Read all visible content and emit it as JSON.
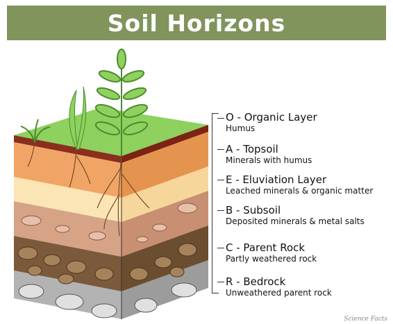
{
  "title": "Soil Horizons",
  "layers": [
    {
      "name": "O - Organic Layer",
      "desc": "Humus",
      "color": "#8b2e1e"
    },
    {
      "name": "A - Topsoil",
      "desc": "Minerals with humus",
      "color": "#f0a566"
    },
    {
      "name": "E - Eluviation Layer",
      "desc": "Leached minerals & organic matter",
      "color": "#fbe5b4"
    },
    {
      "name": "B - Subsoil",
      "desc": "Deposited minerals & metal salts",
      "color": "#d6a387"
    },
    {
      "name": "C - Parent Rock",
      "desc": "Partly weathered rock",
      "color": "#7a5a3a"
    },
    {
      "name": "R - Bedrock",
      "desc": "Unweathered parent rock",
      "color": "#b3b3b3"
    }
  ],
  "watermark": "Science Facts",
  "colors": {
    "banner": "#80945c",
    "grass": "#8ed15e",
    "plant": "#6aa34a"
  }
}
